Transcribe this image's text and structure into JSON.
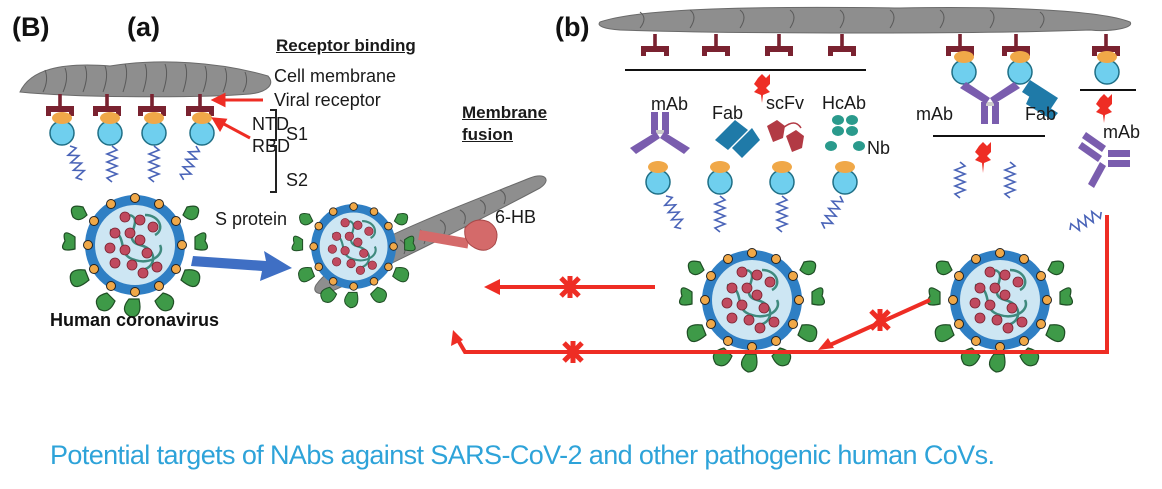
{
  "panels": {
    "main_label": "(B)",
    "sub_a_label": "(a)",
    "sub_b_label": "(b)"
  },
  "panel_a": {
    "receptor_binding_heading": "Receptor binding",
    "cell_membrane": "Cell membrane",
    "viral_receptor": "Viral receptor",
    "ntd": "NTD",
    "rbd": "RBD",
    "s1": "S1",
    "s2": "S2",
    "s_protein": "S protein",
    "virus_name": "Human coronavirus",
    "membrane_fusion_heading_line1": "Membrane",
    "membrane_fusion_heading_line2": "fusion",
    "six_hb": "6-HB"
  },
  "panel_b": {
    "antibody_labels": [
      "mAb",
      "Fab",
      "scFv",
      "HcAb",
      "Nb"
    ],
    "rbd_block_labels": [
      "mAb",
      "Fab"
    ],
    "stalk_block_label": "mAb"
  },
  "colors": {
    "membrane_gray": "#8e8e8e",
    "receptor_maroon": "#7a2230",
    "rbd_orange": "#f0a848",
    "ntd_blue": "#6fcfee",
    "virus_envelope": "#2f7fc4",
    "virus_core": "#cde6f3",
    "spike_green": "#3e9a48",
    "rna_teal": "#3f8a7e",
    "nucleocapsid_red": "#c04a5f",
    "mab_purple": "#7a5dae",
    "fab_blue": "#1f7aa8",
    "scfv_red": "#b23a44",
    "hcab_teal": "#2a9a8c",
    "block_red": "#ee2d24",
    "arrow_blue": "#3f6fc4",
    "six_hb_pink": "#d46a6a",
    "caption_blue": "#2ea3d9"
  },
  "caption": "Potential targets of NAbs against SARS-CoV-2 and other pathogenic human CoVs."
}
